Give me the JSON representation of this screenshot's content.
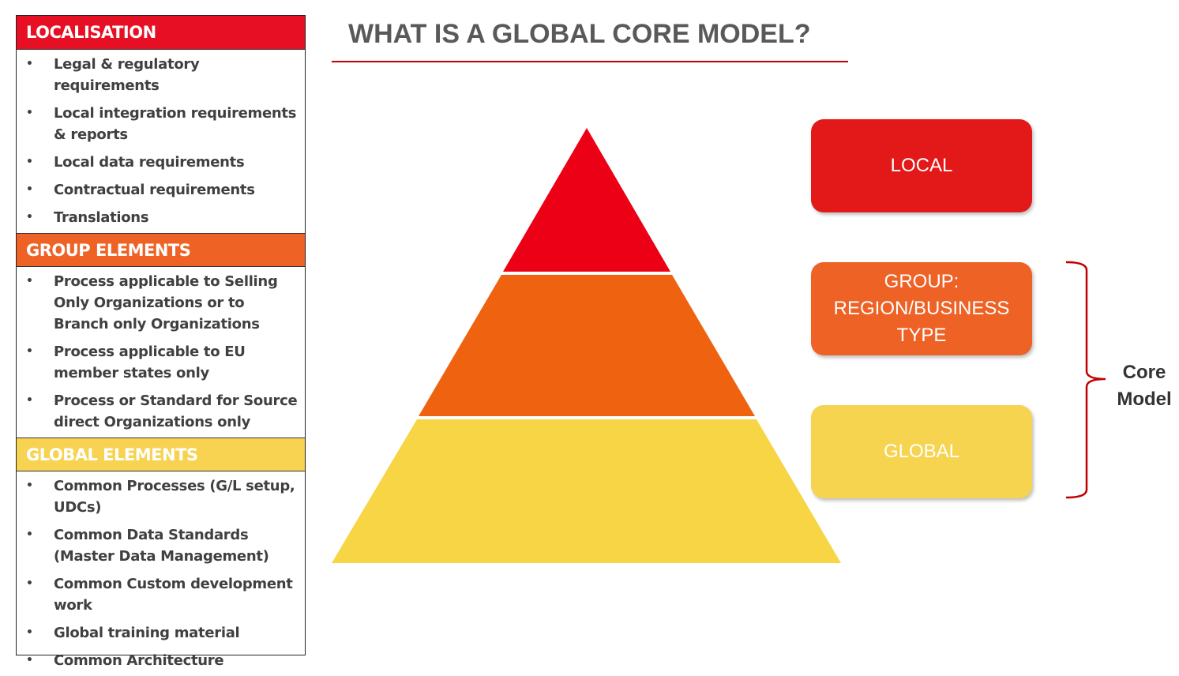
{
  "title": "WHAT IS A GLOBAL CORE MODEL?",
  "sections": [
    {
      "header": "LOCALISATION",
      "items": [
        "Legal & regulatory requirements",
        "Local integration requirements & reports",
        "Local data requirements",
        "Contractual requirements",
        "Translations"
      ]
    },
    {
      "header": "GROUP ELEMENTS",
      "items": [
        "Process applicable to Selling Only Organizations or to Branch only Organizations",
        "Process applicable to EU member states only",
        "Process or Standard for Source direct Organizations only"
      ]
    },
    {
      "header": "GLOBAL ELEMENTS",
      "items": [
        "Common Processes (G/L setup, UDCs)",
        "Common Data Standards (Master Data Management)",
        "Common Custom development work",
        "Global training material",
        "Common Architecture"
      ]
    }
  ],
  "bullet": "•",
  "boxes": {
    "local": "LOCAL",
    "group": "GROUP: REGION/BUSINESS TYPE",
    "global": "GLOBAL"
  },
  "core_model": "Core Model",
  "colors": {
    "red": "#E70F24",
    "orange": "#EE6225",
    "yellow": "#F7D351",
    "pyr_red": "#EC0016",
    "pyr_orange": "#EF620F",
    "pyr_yellow": "#F7D544",
    "box_red": "#E31818",
    "box_orange": "#EE6226",
    "box_yellow": "#F6D450",
    "brace": "#C00000"
  }
}
